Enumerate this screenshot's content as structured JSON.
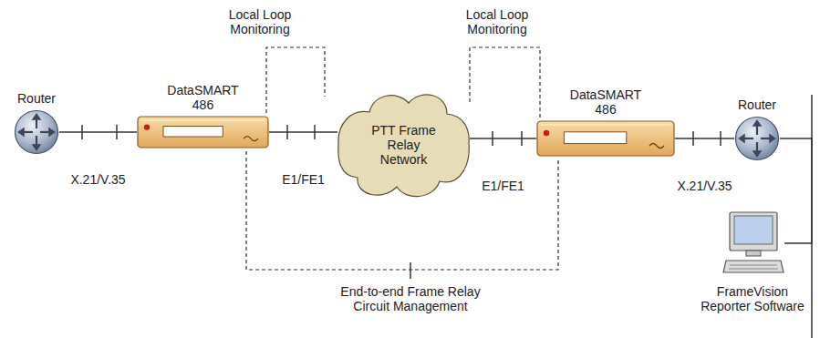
{
  "diagram": {
    "nodes": [
      {
        "text": [
          "Router"
        ]
      },
      {
        "text": [
          "DataSMART 486"
        ]
      },
      {
        "text": [
          "PTT Frame Relay Network"
        ]
      },
      {
        "text": [
          "DataSMART 486"
        ]
      },
      {
        "text": [
          "Router"
        ]
      },
      {
        "text": [
          "FrameVision Reporter Software"
        ]
      }
    ],
    "edges": [
      {
        "from": 0,
        "to": 1,
        "arrow": "none",
        "label": "X.21/V.35"
      },
      {
        "from": 1,
        "to": 2,
        "arrow": "none",
        "label": "E1/FE1"
      },
      {
        "from": 2,
        "to": 3,
        "arrow": "none",
        "label": "E1/FE1"
      },
      {
        "from": 3,
        "to": 4,
        "arrow": "none",
        "label": "X.21/V.35"
      },
      {
        "from": 4,
        "to": 5,
        "arrow": "none"
      }
    ],
    "labels": [
      "Local Loop Monitoring",
      "Local Loop Monitoring",
      "End-to-end Frame Relay Circuit Management"
    ]
  }
}
